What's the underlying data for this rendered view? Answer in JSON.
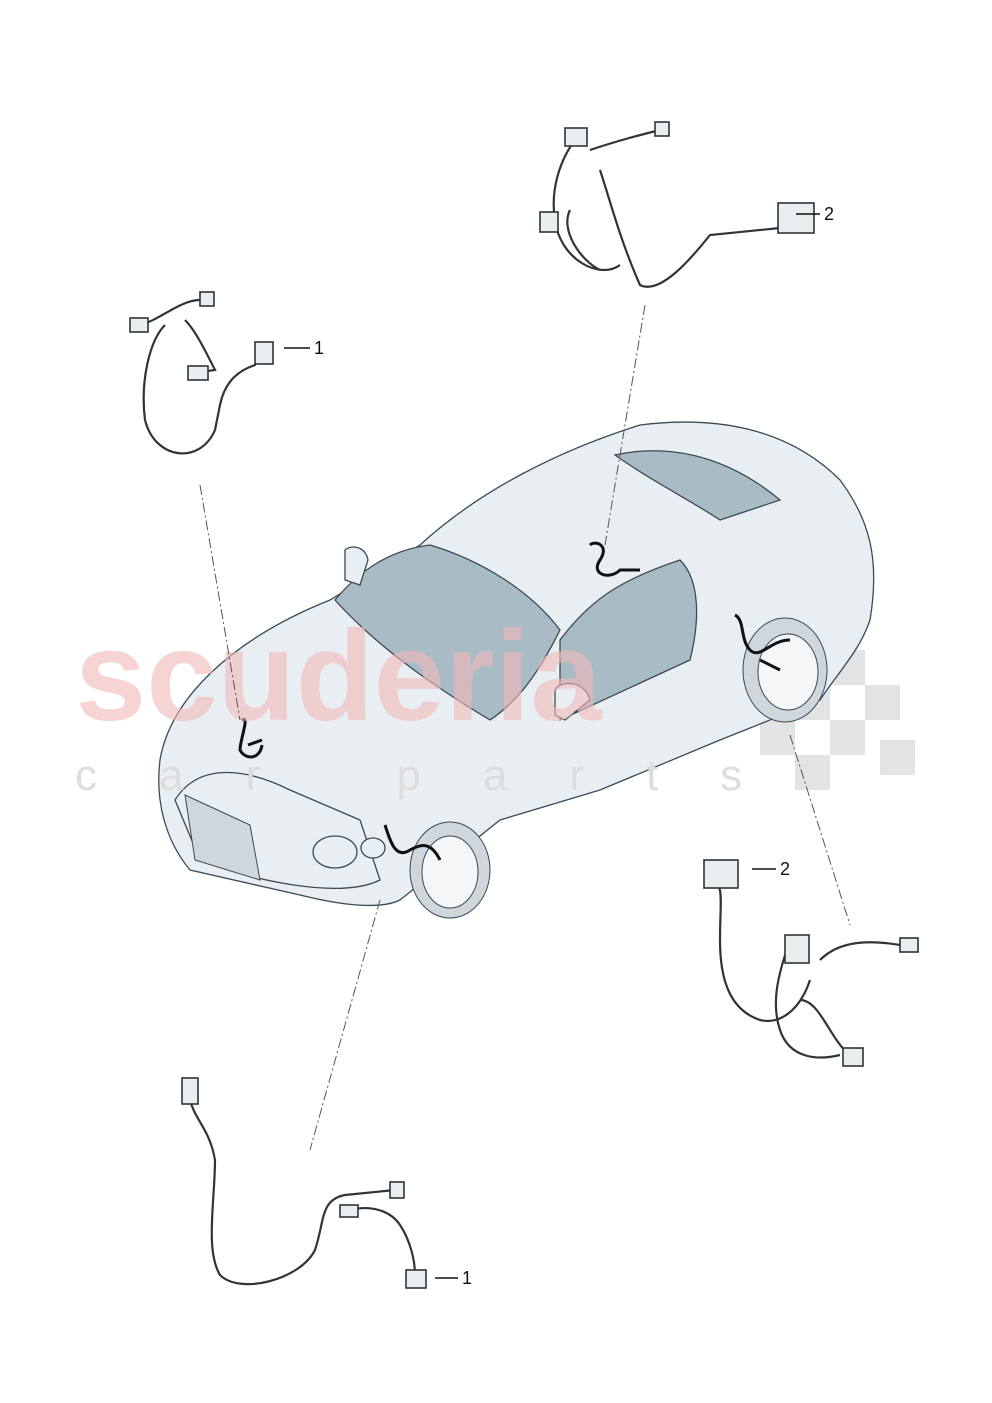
{
  "diagram": {
    "callouts": [
      {
        "id": "part-1-front-left",
        "label": "1"
      },
      {
        "id": "part-2-rear-top",
        "label": "2"
      },
      {
        "id": "part-2-rear-right",
        "label": "2"
      },
      {
        "id": "part-1-front-bottom",
        "label": "1"
      }
    ],
    "watermark": {
      "brand": "scuderia",
      "sub": "car parts"
    },
    "colors": {
      "glass": "#a9bcc6",
      "body": "#e8eef2",
      "watermark": "#f2b9b9"
    }
  }
}
